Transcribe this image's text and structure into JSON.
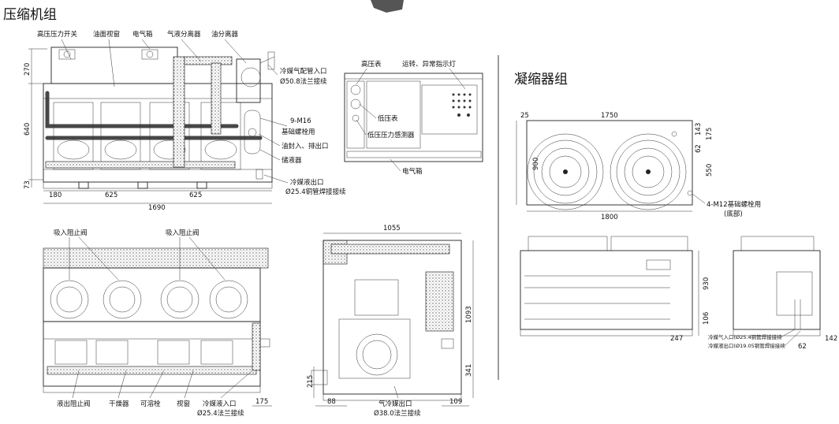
{
  "titles": {
    "compressor_group": "压缩机组",
    "condenser_group": "凝缩器组"
  },
  "front_view": {
    "labels": {
      "hp_switch": "高压压力开关",
      "oil_window": "油面视窗",
      "electric_box": "电气箱",
      "gas_liquid_sep": "气液分离器",
      "oil_sep": "油分离器",
      "suction_inlet_1": "冷媒气配管入口",
      "suction_inlet_2": "Ø50.8法兰接续",
      "bolt_1": "9-M16",
      "bolt_2": "基础螺栓用",
      "oil_port": "油封入、排出口",
      "receiver": "储液器",
      "liquid_outlet_1": "冷媒液出口",
      "liquid_outlet_2": "Ø25.4铜管焊接接续"
    },
    "dims": {
      "h270": "270",
      "h640": "640",
      "h73": "73",
      "w180": "180",
      "w625a": "625",
      "w625b": "625",
      "w1690": "1690"
    }
  },
  "panel_view": {
    "labels": {
      "hp_gauge": "高压表",
      "indicator": "运转、异常指示灯",
      "lp_gauge": "低压表",
      "lp_sensor": "低压压力感测器",
      "electric_box": "电气箱"
    }
  },
  "bottom_front_view": {
    "labels": {
      "suction_check_1": "吸入阻止阀",
      "suction_check_2": "吸入阻止阀",
      "liquid_check": "液出阻止阀",
      "dryer": "干燥器",
      "fusible_plug": "可溶栓",
      "sight_glass": "视窗",
      "liquid_inlet_1": "冷媒液入口",
      "liquid_inlet_2": "Ø25.4法兰接续"
    },
    "dims": {
      "w175": "175"
    }
  },
  "side_view": {
    "labels": {
      "gas_outlet_1": "气冷媒出口",
      "gas_outlet_2": "Ø38.0法兰接续"
    },
    "dims": {
      "w1055": "1055",
      "h1093": "1093",
      "h341": "341",
      "h215": "215",
      "w88": "88",
      "w109": "109"
    }
  },
  "condenser_top": {
    "labels": {
      "bolt_1": "4-M12基础螺栓用",
      "bolt_2": "(底部)"
    },
    "dims": {
      "w25": "25",
      "w1750": "1750",
      "h900": "900",
      "h143": "143",
      "h175": "175",
      "h62": "62",
      "h550": "550",
      "w1800": "1800"
    }
  },
  "condenser_front": {
    "dims": {
      "h930": "930",
      "h106": "106",
      "w247": "247",
      "w142": "142",
      "w62": "62"
    },
    "labels": {
      "gas_inlet": "冷媒气入口(Ø25.4铜管焊接接续",
      "liquid_outlet": "冷媒液出口(Ø19.05铜管焊接接续"
    }
  }
}
